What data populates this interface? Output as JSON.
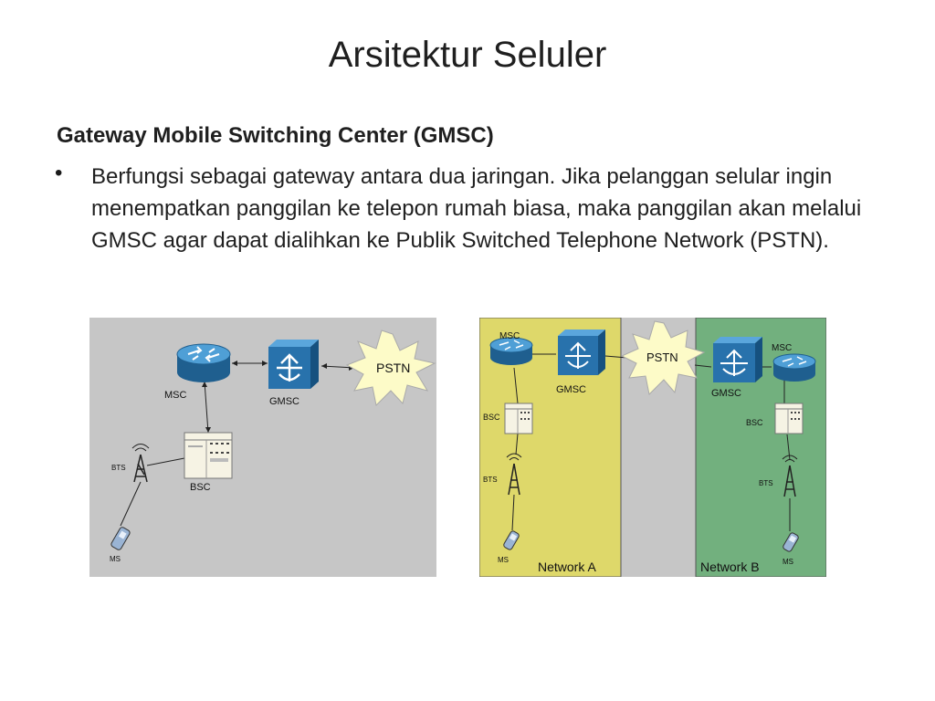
{
  "title": "Arsitektur Seluler",
  "heading": "Gateway Mobile Switching Center (GMSC)",
  "bullet": {
    "text": "Berfungsi sebagai gateway antara dua jaringan. Jika pelanggan selular ingin menempatkan panggilan ke telepon rumah biasa, maka panggilan akan melalui GMSC agar dapat dialihkan ke Publik Switched Telephone Network (PSTN)."
  },
  "colors": {
    "diagram_bg": "#c6c6c6",
    "network_a": "#ded86a",
    "network_b": "#72b07e",
    "router": "#2e7fb8",
    "switch": "#2872ac",
    "burst": "#fdfbc8"
  },
  "diagram_left": {
    "msc_label": "MSC",
    "gmsc_label": "GMSC",
    "pstn_label": "PSTN",
    "bsc_label": "BSC",
    "bts_label": "BTS",
    "ms_label": "MS"
  },
  "diagram_right": {
    "network_a_label": "Network A",
    "network_b_label": "Network B",
    "a_msc_label": "MSC",
    "a_gmsc_label": "GMSC",
    "a_bsc_label": "BSC",
    "a_bts_label": "BTS",
    "a_ms_label": "MS",
    "pstn_label": "PSTN",
    "b_gmsc_label": "GMSC",
    "b_msc_label": "MSC",
    "b_bsc_label": "BSC",
    "b_bts_label": "BTS",
    "b_ms_label": "MS"
  }
}
